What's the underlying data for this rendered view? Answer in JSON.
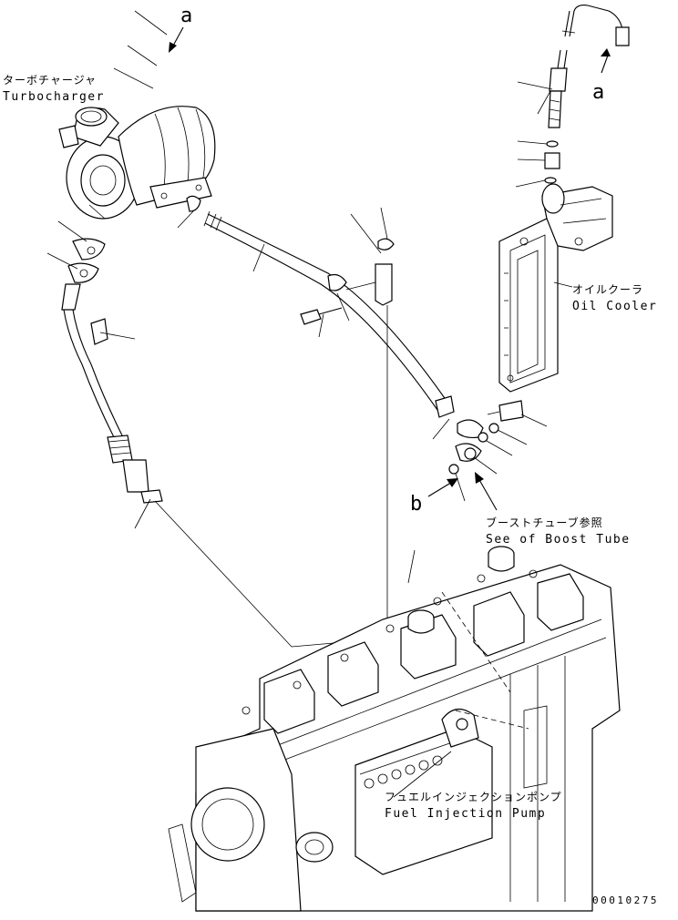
{
  "labels": {
    "turbocharger_jp": "ターボチャージャ",
    "turbocharger_en": "Turbocharger",
    "oil_cooler_jp": "オイルクーラ",
    "oil_cooler_en": "Oil Cooler",
    "boost_tube_jp": "ブーストチューブ参照",
    "boost_tube_en": "See of Boost Tube",
    "fuel_pump_jp": "フュエルインジェクションポンプ",
    "fuel_pump_en": "Fuel Injection Pump",
    "callout_a": "a",
    "callout_b": "b",
    "drawing_code": "00010275"
  }
}
